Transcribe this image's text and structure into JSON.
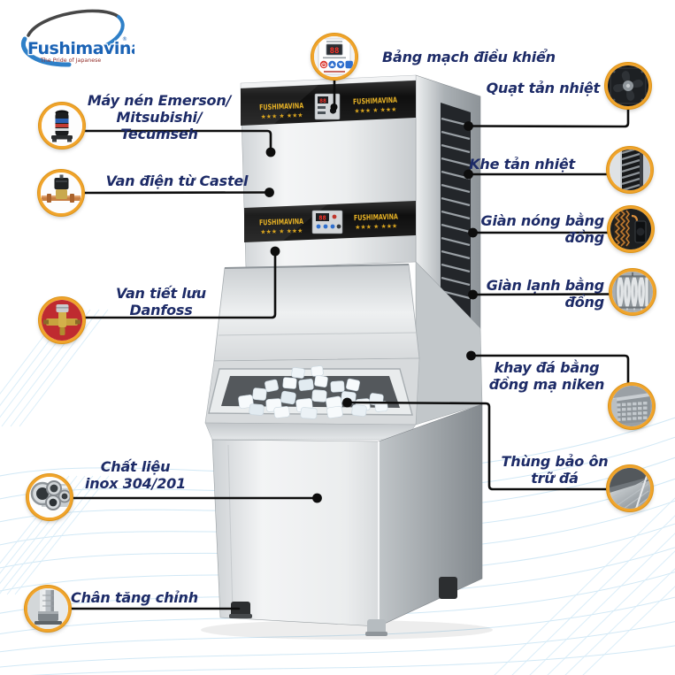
{
  "logo": {
    "name": "Fushimavina",
    "registered": "®",
    "tagline": "The Pride of Japanese"
  },
  "machine": {
    "brand_plate": "FUSHIMAVINA",
    "stars": "★★★ ★ ★★★",
    "display_value": "88"
  },
  "colors": {
    "accent_gold": "#f0a42c",
    "label_navy": "#1d2b67",
    "brand_blue": "#1b63b5",
    "band_gold": "#e7b226"
  },
  "callouts": {
    "control_board": {
      "label": "Bảng mạch điều khiển"
    },
    "fan": {
      "label": "Quạt tản nhiệt"
    },
    "vent": {
      "label": "Khe tản nhiệt"
    },
    "condenser": {
      "label": "Giàn nóng bằng đồng"
    },
    "evaporator": {
      "label": "Giàn lạnh bằng đồng"
    },
    "ice_tray": {
      "line1": "khay đá bằng",
      "line2": "đồng mạ niken"
    },
    "storage_bin": {
      "line1": "Thùng bảo ôn",
      "line2": "trữ đá"
    },
    "compressor": {
      "line1": "Máy nén Emerson/",
      "line2": "Mitsubishi/ Tecumseh"
    },
    "solenoid_valve": {
      "label": "Van điện từ Castel"
    },
    "expansion_valve": {
      "line1": "Van tiết lưu",
      "line2": "Danfoss"
    },
    "material": {
      "line1": "Chất liệu",
      "line2": "inox 304/201"
    },
    "feet": {
      "label": "Chân tăng chỉnh"
    }
  },
  "icons": {
    "compressor-icon": "black compressor photo",
    "solenoid-valve-icon": "brass solenoid valve with coil",
    "expansion-valve-icon": "brass expansion valve on red",
    "inox-pipes-icon": "stainless steel pipes",
    "adjustable-foot-icon": "adjustable leveling foot",
    "fan-icon": "axial cooling fan",
    "vent-slot-icon": "heat vent slots",
    "condenser-coil-icon": "copper condenser coil",
    "evaporator-coil-icon": "copper evaporator coil",
    "ice-tray-icon": "nickel plated ice tray grid",
    "storage-bin-icon": "insulated stainless bin interior"
  }
}
